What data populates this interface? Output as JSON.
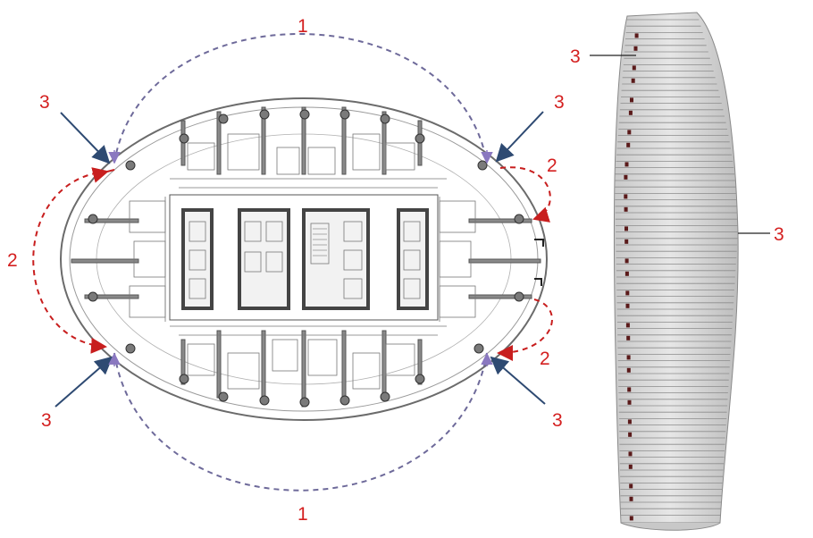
{
  "figure": {
    "labels": {
      "arc_top": "1",
      "arc_bottom": "1",
      "arc_left": "2",
      "arc_right_upper": "2",
      "arc_right_lower": "2",
      "arrow_upper_left": "3",
      "arrow_upper_right": "3",
      "arrow_lower_left": "3",
      "arrow_lower_right": "3",
      "tower_top": "3",
      "tower_mid": "3"
    },
    "colors": {
      "label_red": "#d42020",
      "arc_purple": "#6e6a9a",
      "arc_red": "#c81e1e",
      "arrow_navy": "#2e4a72",
      "arrow_violet": "#8a78c0",
      "tower_body": "#dcdcdc",
      "tower_accent": "#5a1a1a"
    },
    "icons": [
      "dashed-arc-icon",
      "arrow-icon",
      "column-icon"
    ]
  }
}
